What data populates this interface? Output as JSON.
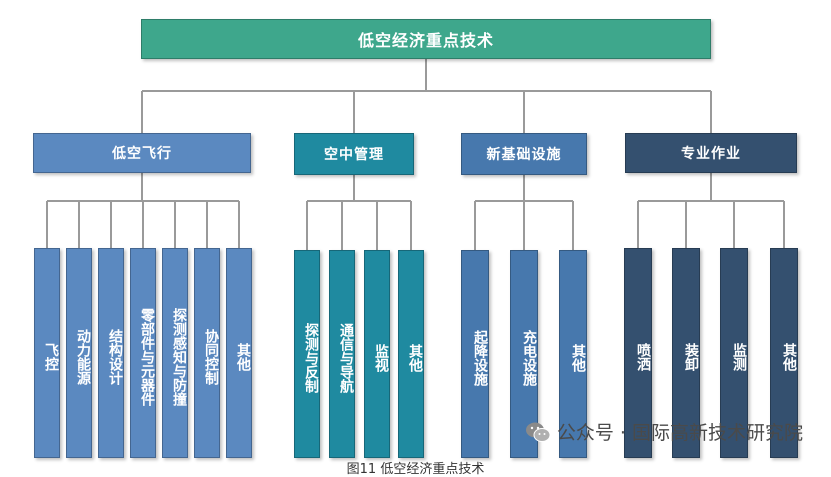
{
  "root": {
    "label": "低空经济重点技术",
    "color": "#3ea78c"
  },
  "categories": [
    {
      "label": "低空飞行",
      "color": "#5b89c0",
      "children": [
        "飞控",
        "动力能源",
        "结构设计",
        "零部件与元器件",
        "探测感知与防撞",
        "协同控制",
        "其他"
      ]
    },
    {
      "label": "空中管理",
      "color": "#1f8aa0",
      "children": [
        "探测与反制",
        "通信与导航",
        "监视",
        "其他"
      ]
    },
    {
      "label": "新基础设施",
      "color": "#4778ad",
      "children": [
        "起降设施",
        "充电设施",
        "其他"
      ]
    },
    {
      "label": "专业作业",
      "color": "#34506f",
      "children": [
        "喷洒",
        "装卸",
        "监测",
        "其他"
      ]
    }
  ],
  "watermark": "公众号 · 国际高新技术研究院",
  "caption": "图11 低空经济重点技术",
  "line_color": "#9a9a9a"
}
